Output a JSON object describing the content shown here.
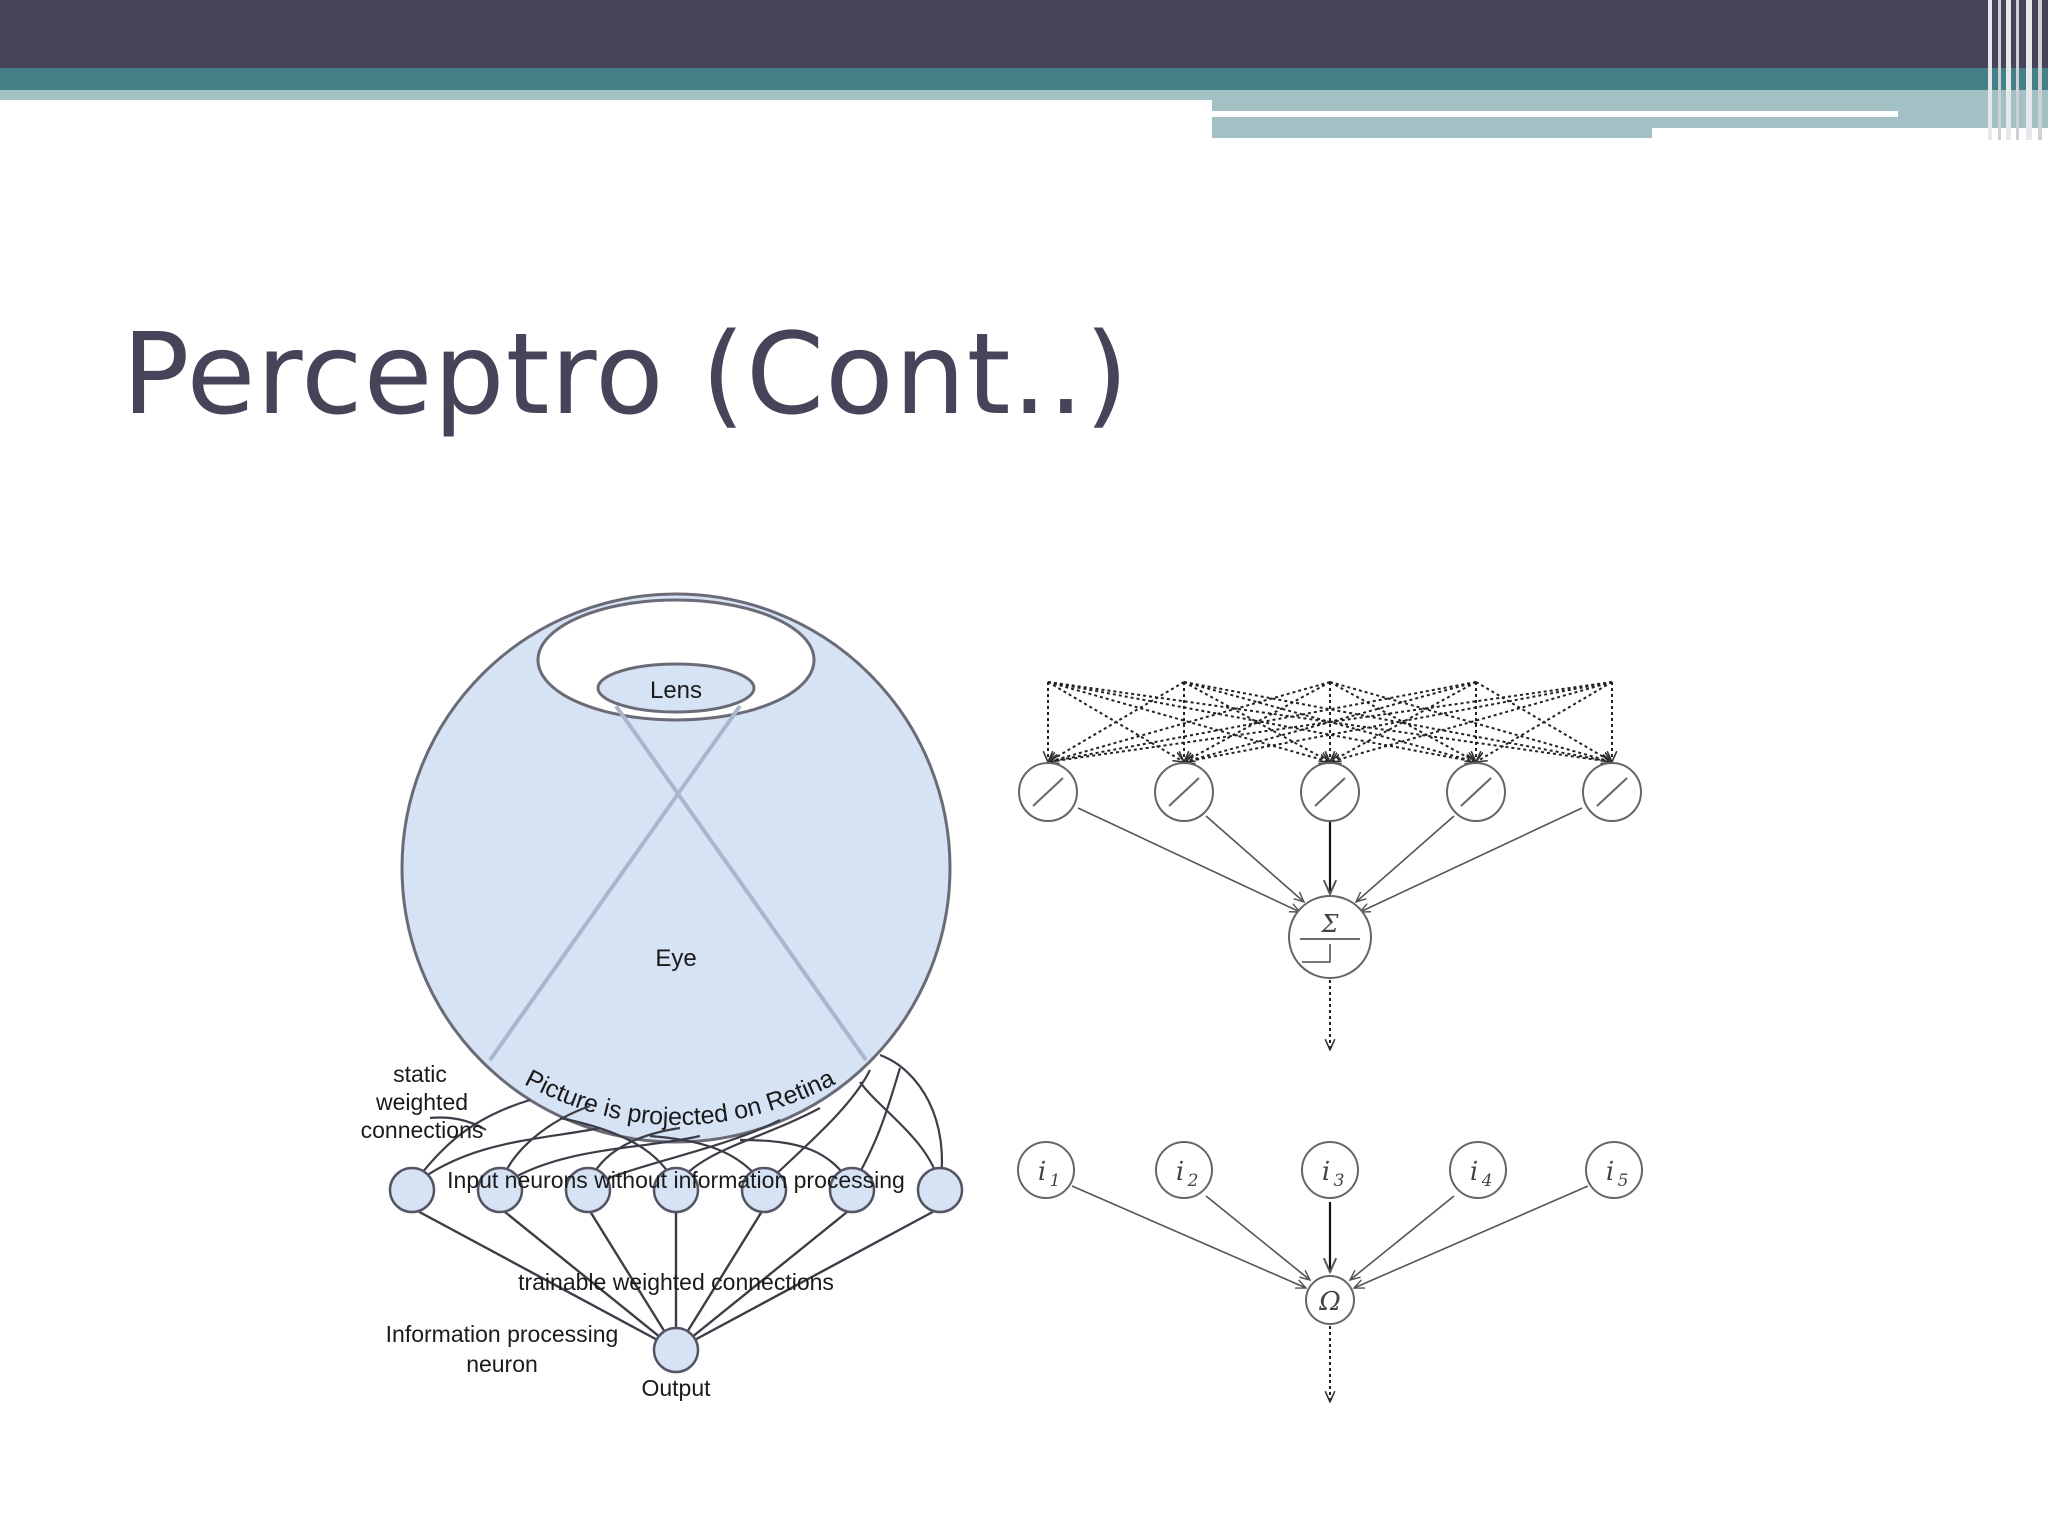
{
  "slide": {
    "title": "Perceptro (Cont..)",
    "colors": {
      "title": "#474459",
      "header_dark": "#474459",
      "header_teal": "#438187",
      "header_light": "#a3c0c4",
      "eye_fill": "#d6e3f4"
    }
  },
  "eye_diagram": {
    "lens_label": "Lens",
    "eye_label": "Eye",
    "retina_label": "Picture is projected on Retina",
    "static_label": [
      "static",
      "weighted",
      "connections"
    ],
    "input_label": "Input neurons without information processing",
    "trainable_label": "trainable weighted connections",
    "processing_label": [
      "Information processing",
      "neuron"
    ],
    "output_label": "Output"
  },
  "network_top": {
    "sum_symbol": "Σ"
  },
  "network_bottom": {
    "inputs": [
      {
        "name": "i",
        "sub": "1"
      },
      {
        "name": "i",
        "sub": "2"
      },
      {
        "name": "i",
        "sub": "3"
      },
      {
        "name": "i",
        "sub": "4"
      },
      {
        "name": "i",
        "sub": "5"
      }
    ],
    "output_symbol": "Ω"
  }
}
